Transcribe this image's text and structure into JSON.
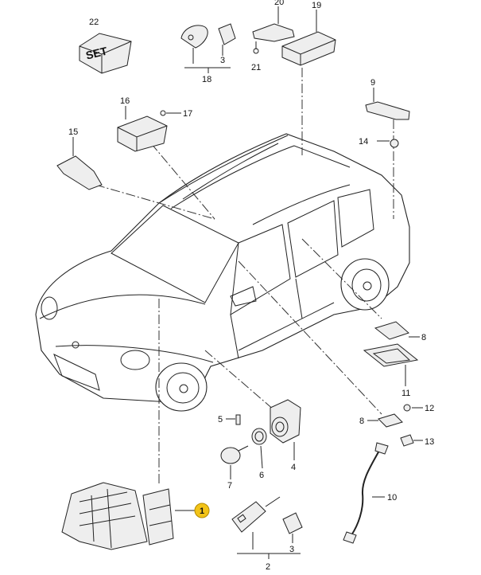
{
  "callouts": {
    "c1": "1",
    "c2": "2",
    "c3a": "3",
    "c3b": "3",
    "c4": "4",
    "c5": "5",
    "c6": "6",
    "c7": "7",
    "c8a": "8",
    "c8b": "8",
    "c9": "9",
    "c10": "10",
    "c11": "11",
    "c12": "12",
    "c13": "13",
    "c14": "14",
    "c15": "15",
    "c16": "16",
    "c17": "17",
    "c18": "18",
    "c19": "19",
    "c20": "20",
    "c21": "21",
    "c22": "22"
  },
  "set_box_label": "SET",
  "colors": {
    "highlight": "#f2c318",
    "line": "#222222",
    "part_fill": "#eeeeee"
  }
}
